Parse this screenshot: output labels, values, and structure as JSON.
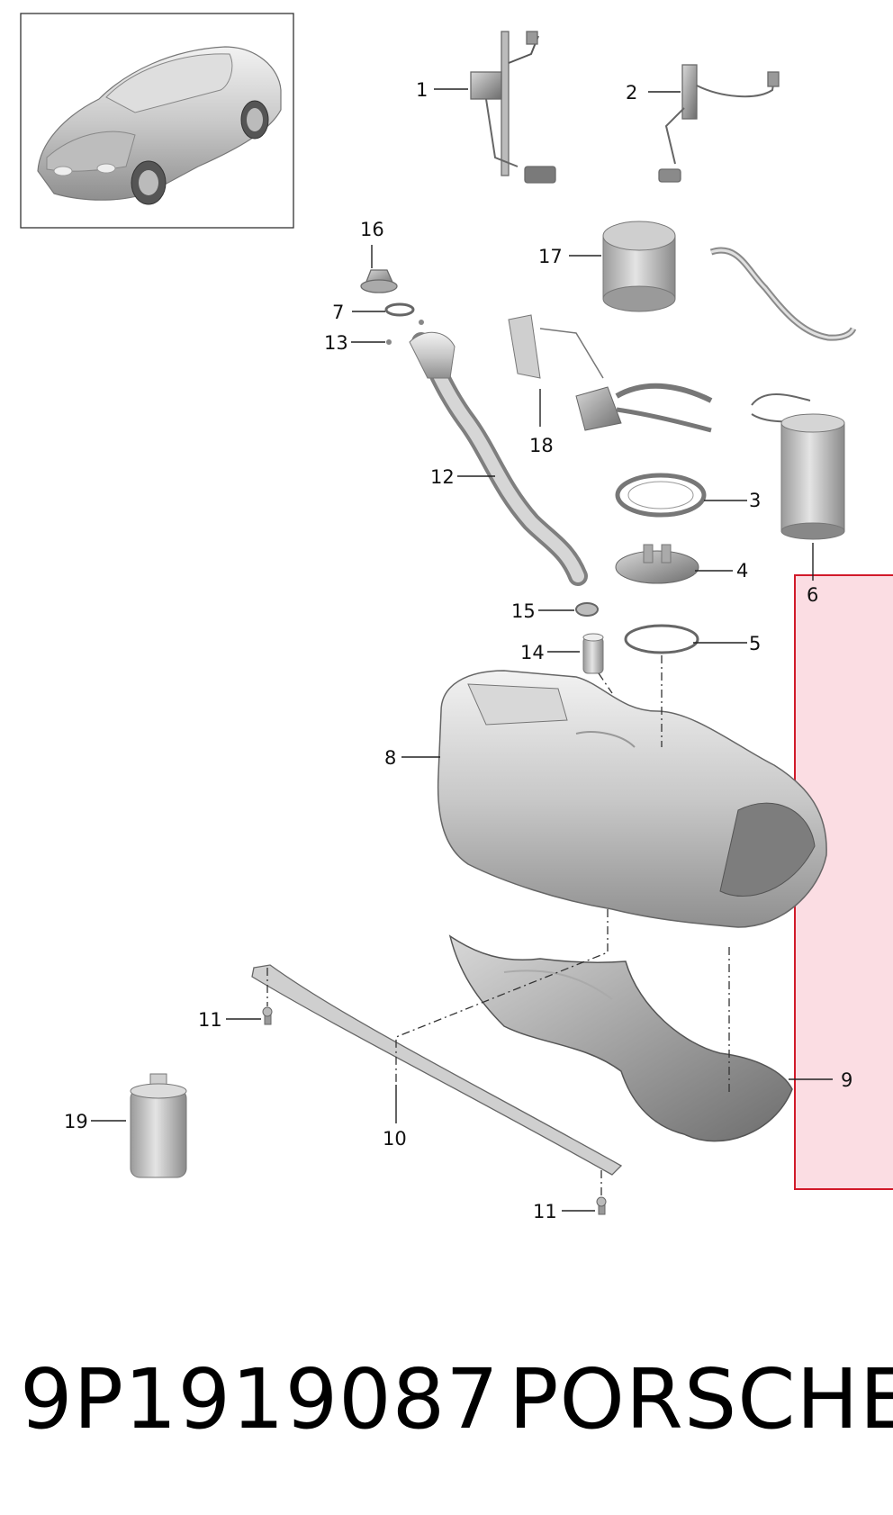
{
  "callouts": {
    "c1": "1",
    "c2": "2",
    "c3": "3",
    "c4": "4",
    "c5": "5",
    "c6": "6",
    "c7": "7",
    "c8": "8",
    "c9": "9",
    "c10": "10",
    "c11a": "11",
    "c11b": "11",
    "c12": "12",
    "c13": "13",
    "c14": "14",
    "c15": "15",
    "c16": "16",
    "c17": "17",
    "c18": "18",
    "c19": "19"
  },
  "footer": {
    "part_number": "9P1919087",
    "brand": "PORSCHE"
  },
  "colors": {
    "highlight_border": "#d11a2a",
    "highlight_fill": "#fbdde3",
    "part_gray": "#c9c9c9"
  }
}
